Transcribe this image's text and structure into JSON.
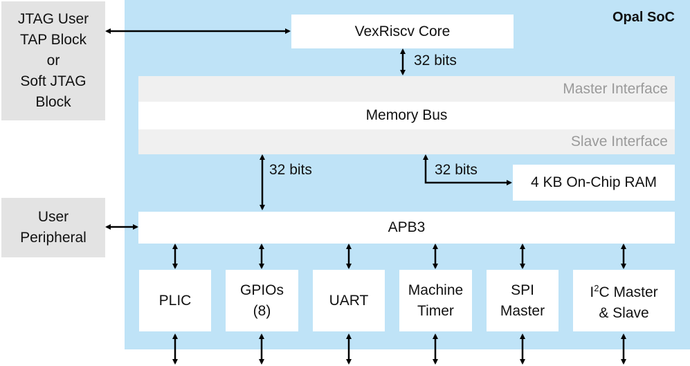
{
  "soc": {
    "title": "Opal SoC"
  },
  "external": {
    "jtag": "JTAG User\nTAP Block\nor\nSoft JTAG\nBlock",
    "user_peripheral": "User\nPeripheral"
  },
  "core": {
    "label": "VexRiscv Core"
  },
  "memory_bus": {
    "master_interface": "Master Interface",
    "label": "Memory Bus",
    "slave_interface": "Slave Interface"
  },
  "bus_widths": {
    "core_to_bus": "32 bits",
    "bus_to_apb": "32 bits",
    "bus_to_ram": "32 bits"
  },
  "ram": {
    "label": "4 KB On-Chip RAM"
  },
  "apb": {
    "label": "APB3"
  },
  "peripherals": {
    "plic": "PLIC",
    "gpios_line1": "GPIOs",
    "gpios_line2": "(8)",
    "uart": "UART",
    "timer_line1": "Machine",
    "timer_line2": "Timer",
    "spi_line1": "SPI",
    "spi_line2": "Master",
    "i2c_prefix": "I",
    "i2c_sup": "2",
    "i2c_line1_rest": "C Master",
    "i2c_line2": "& Slave"
  }
}
